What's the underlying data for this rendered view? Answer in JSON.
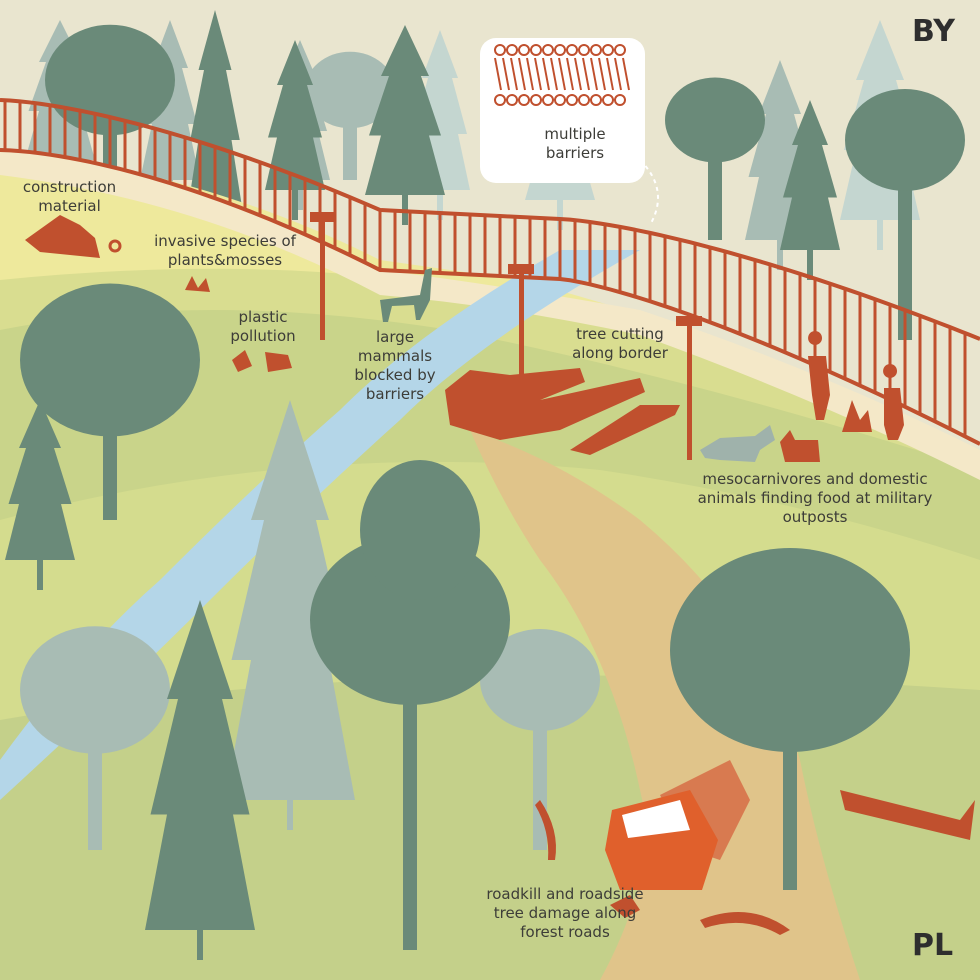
{
  "countries": {
    "top": "BY",
    "bottom": "PL"
  },
  "labels": {
    "barriers": "multiple barriers",
    "construction": "construction material",
    "invasive": "invasive species of plants&mosses",
    "plastic": "plastic pollution",
    "mammals": "large mammals blocked by barriers",
    "tree_cutting": "tree cutting along border",
    "mesocarnivores": "mesocarnivores and domestic animals finding food at military outposts",
    "roadkill": "roadkill and roadside tree damage along forest roads"
  },
  "colors": {
    "sky": "#e9e5cf",
    "tree_dark": "#6a8a79",
    "tree_light": "#a8bcb4",
    "tree_pale": "#c4d6d0",
    "fence": "#c0502e",
    "river": "#b4d6e8",
    "grass": "#c9d48a",
    "grass_yellow": "#eee99c",
    "road": "#e0c48a",
    "truck": "#e0602c"
  }
}
